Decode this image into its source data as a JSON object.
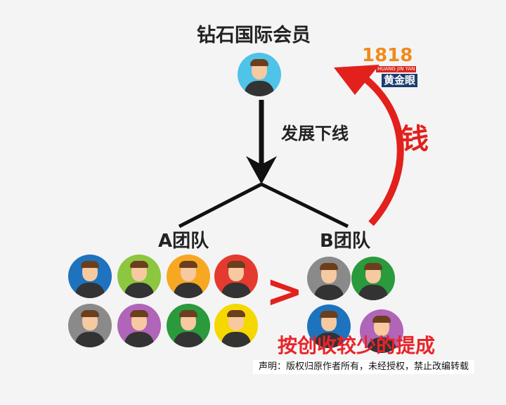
{
  "title": "钻石国际会员",
  "develop_label": "发展下线",
  "money_label": "钱",
  "team_a": {
    "label": "A团队",
    "avatar_colors": [
      "#1e73be",
      "#8dc63f",
      "#f7a823",
      "#e53a2f",
      "#8a8a8a",
      "#b065b8",
      "#2a9a3c",
      "#f5d800"
    ]
  },
  "team_b": {
    "label": "B团队",
    "avatar_colors": [
      "#8a8a8a",
      "#2a9a3c",
      "#1e73be",
      "#b065b8"
    ]
  },
  "top_avatar_color": "#4fc3e8",
  "comparison": ">",
  "subtitle": "按创收较少的提成",
  "notice": "声明：版权归原作者所有，未经授权，禁止改编转载",
  "logo": {
    "number": "1818",
    "pinyin": "HUANG JIN YAN",
    "name": "黄金眼"
  },
  "accent": "#e2201c"
}
